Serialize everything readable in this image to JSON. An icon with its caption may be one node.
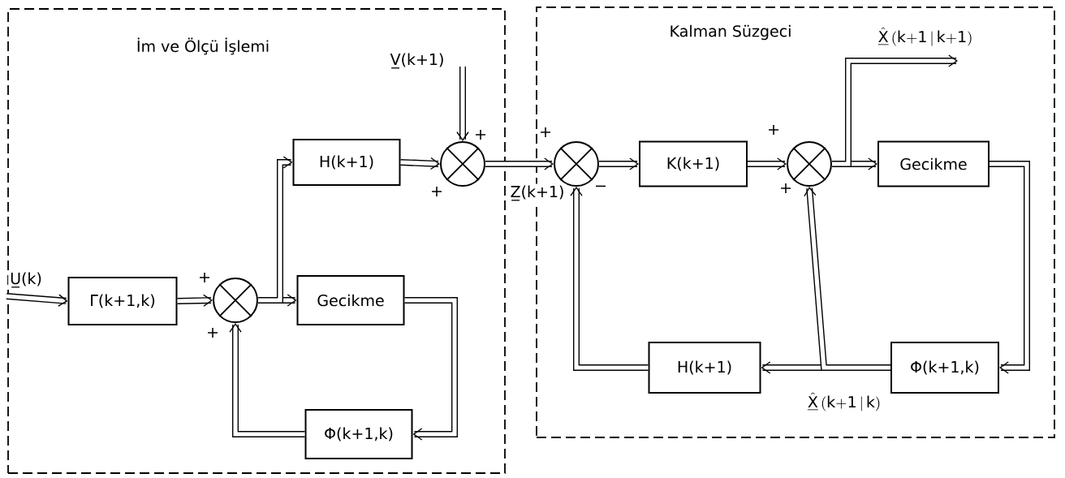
{
  "diagram": {
    "nodes": [
      {
        "text": [
          "İm ve Ölçü İşlemi"
        ]
      },
      {
        "text": [
          "Kalman Süzgeci"
        ]
      },
      {
        "text": [
          "Γ(k+1,k)"
        ],
        "in": 0
      },
      {
        "text": [],
        "shape": "circle",
        "in": 0
      },
      {
        "text": [
          "H(k+1)"
        ],
        "in": 0
      },
      {
        "text": [
          "Gecikme"
        ],
        "in": 0
      },
      {
        "text": [
          "Φ(k+1,k)"
        ],
        "in": 0
      },
      {
        "text": [],
        "shape": "circle",
        "in": 0
      },
      {
        "text": [],
        "shape": "circle",
        "in": 1
      },
      {
        "text": [
          "K(k+1)"
        ],
        "in": 1
      },
      {
        "text": [],
        "shape": "circle",
        "in": 1
      },
      {
        "text": [
          "Gecikme"
        ],
        "in": 1
      },
      {
        "text": [
          "Φ(k+1,k)"
        ],
        "in": 1
      },
      {
        "text": [
          "H(k+1)"
        ],
        "in": 1
      }
    ],
    "edges": [
      {
        "from": null,
        "to": 2,
        "arrow": "to",
        "label": "U̲(k)"
      },
      {
        "from": 2,
        "to": 3,
        "arrow": "to"
      },
      {
        "from": 3,
        "to": 5,
        "arrow": "to"
      },
      {
        "from": 3,
        "to": 4,
        "arrow": "to"
      },
      {
        "from": 5,
        "to": 6,
        "arrow": "to"
      },
      {
        "from": 6,
        "to": 3,
        "arrow": "to"
      },
      {
        "from": 4,
        "to": 7,
        "arrow": "to"
      },
      {
        "from": null,
        "to": 7,
        "arrow": "to",
        "label": "V̲(k+1)"
      },
      {
        "from": 7,
        "to": 8,
        "arrow": "to",
        "label": "Z̲(k+1)"
      },
      {
        "from": 8,
        "to": 9,
        "arrow": "to"
      },
      {
        "from": 9,
        "to": 10,
        "arrow": "to"
      },
      {
        "from": 10,
        "to": 11,
        "arrow": "to"
      },
      {
        "from": 10,
        "to": null,
        "arrow": "to",
        "label": "\\underline{\\hat{\\mathrm{X}}}\\,\\mathrm{(k{+}1\\,|\\,k{+}1)}"
      },
      {
        "from": 11,
        "to": 12,
        "arrow": "to"
      },
      {
        "from": 12,
        "to": 13,
        "arrow": "to",
        "label": "\\underline{\\hat{\\mathrm{X}}}\\,\\mathrm{(k{+}1\\,|\\,k)}"
      },
      {
        "from": 12,
        "to": 10,
        "arrow": "to"
      },
      {
        "from": 13,
        "to": 8,
        "arrow": "to"
      }
    ],
    "labels": [
      "+",
      "+",
      "+",
      "+",
      "−",
      "+",
      "+",
      "+"
    ]
  }
}
